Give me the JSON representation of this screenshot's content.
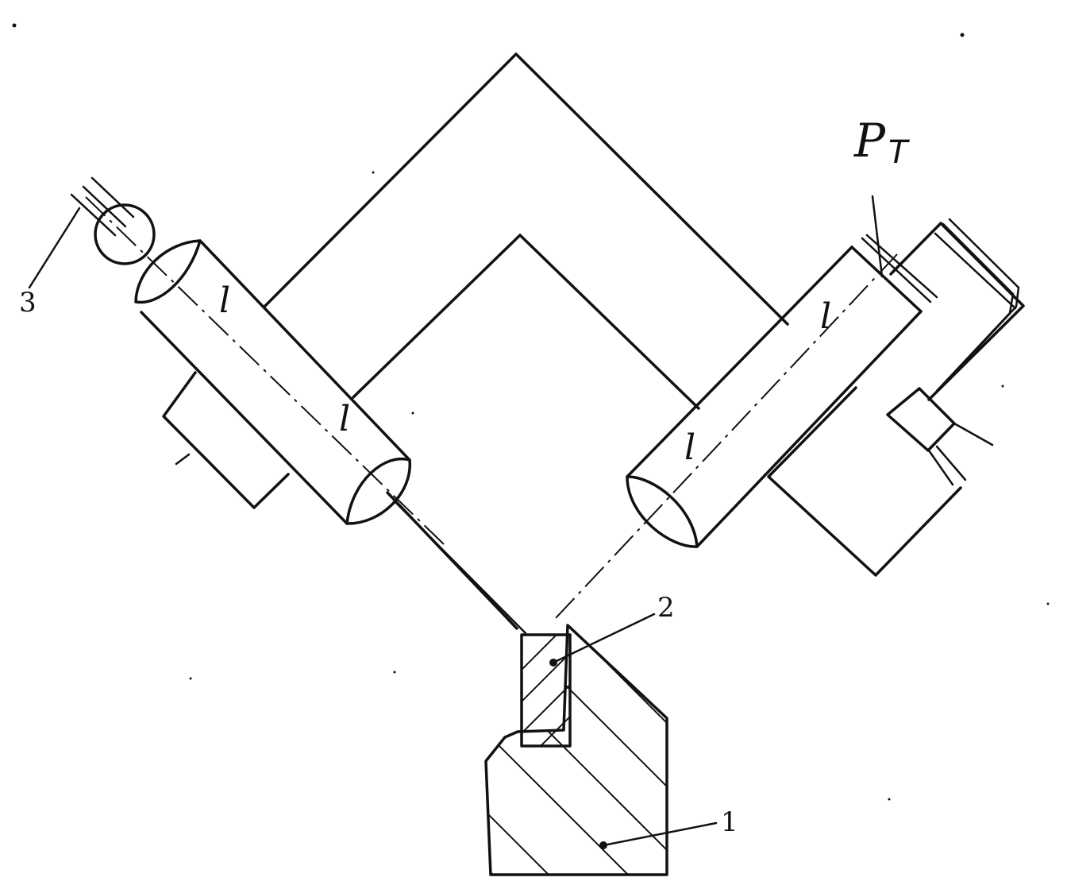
{
  "labels": {
    "part_1": "1",
    "part_2": "2",
    "part_3": "3",
    "length_mark": "l",
    "pressure_symbol": "P",
    "pressure_subscript": "T"
  },
  "colors": {
    "line": "#111111",
    "background": "#ffffff"
  }
}
